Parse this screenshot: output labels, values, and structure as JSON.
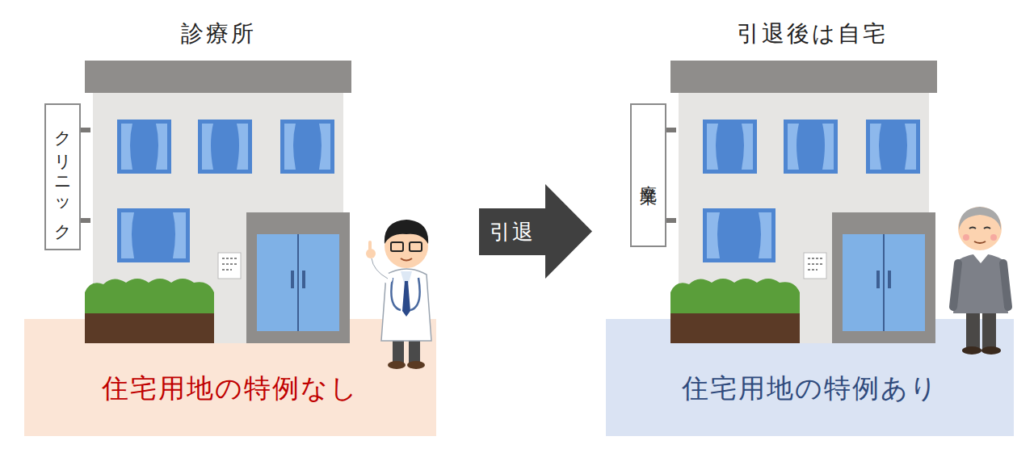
{
  "diagram": {
    "nodes": [
      {
        "text": [
          "クリニック"
        ]
      },
      {
        "text": [
          "住宅用地の特例なし"
        ]
      },
      {
        "text": [
          "引退"
        ]
      },
      {
        "text": [
          "廃業"
        ]
      },
      {
        "text": [
          "住宅用地の特例あり"
        ]
      }
    ],
    "labels": [
      "診療所",
      "引退後は自宅"
    ]
  }
}
